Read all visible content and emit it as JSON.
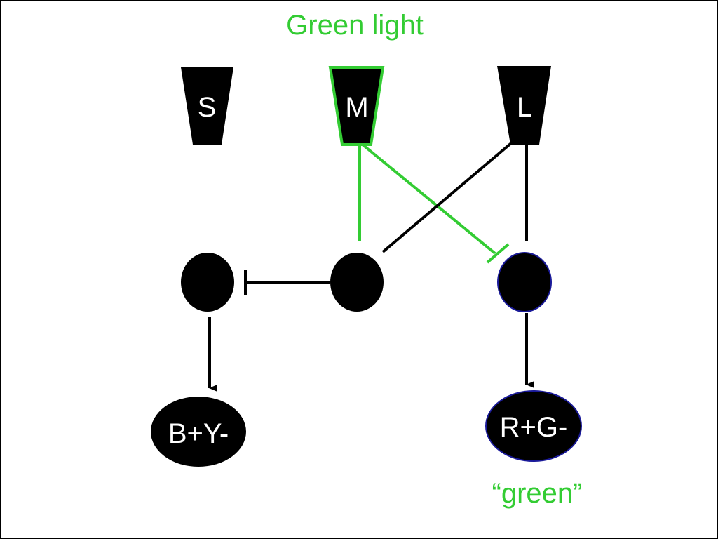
{
  "title": "Green light",
  "cones": {
    "s": "S",
    "m": "M",
    "l": "L"
  },
  "outputs": {
    "by": "B+Y-",
    "rg": "R+G-"
  },
  "percept": "“green”",
  "colors": {
    "highlight": "#33cc33",
    "ink": "#000000",
    "cell_outline": "#1a1a99",
    "text_on_dark": "#ffffff"
  }
}
